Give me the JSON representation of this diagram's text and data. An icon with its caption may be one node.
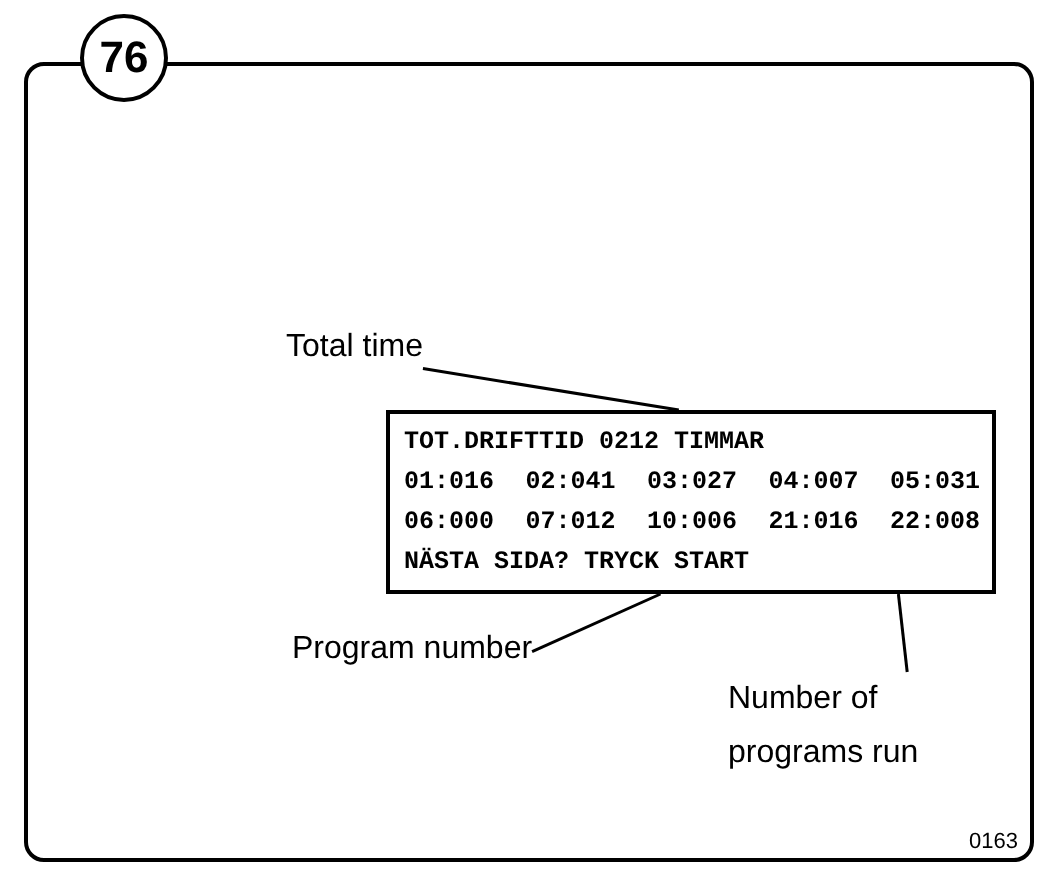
{
  "diagram": {
    "nodes": [
      {
        "text": [
          "Total time"
        ]
      },
      {
        "text": [
          "Program number"
        ]
      },
      {
        "text": [
          "Number of programs run"
        ]
      },
      {
        "text": [
          "TOT.DRIFTTID 0212 TIMMAR",
          "01:016 02:041 03:027 04:007 05:031",
          "06:000 07:012 10:006 21:016 22:008",
          "NÄSTA SIDA? TRYCK START"
        ]
      }
    ],
    "edges": [
      {
        "from": 0,
        "to": 3,
        "arrow": "none"
      },
      {
        "from": 1,
        "to": 3,
        "arrow": "none"
      },
      {
        "from": 2,
        "to": 3,
        "arrow": "none"
      }
    ],
    "labels": [
      "76",
      "0163"
    ]
  }
}
